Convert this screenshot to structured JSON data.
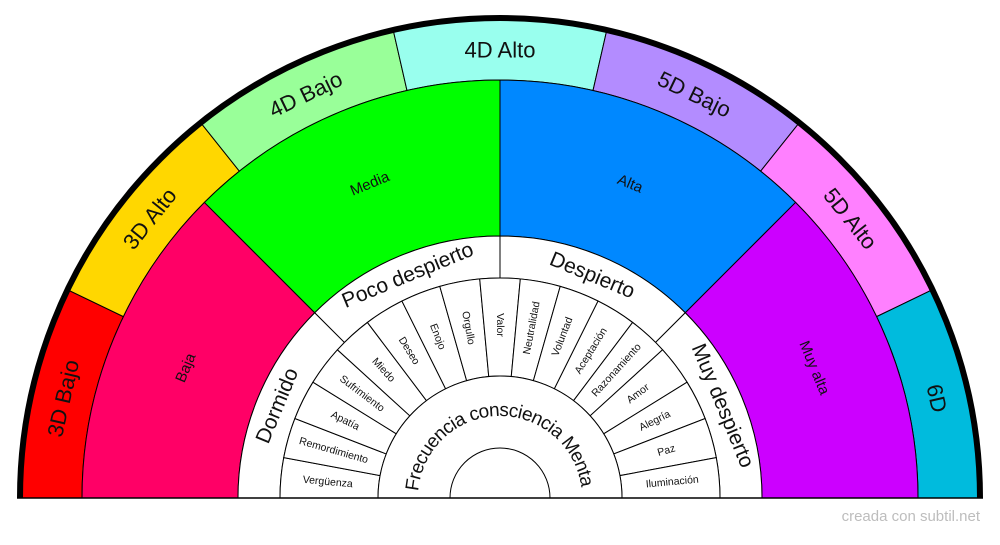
{
  "outer_ring": [
    {
      "label": "3D Bajo",
      "color": "#ff0000"
    },
    {
      "label": "3D Alto",
      "color": "#ffd700"
    },
    {
      "label": "4D Bajo",
      "color": "#99ff99"
    },
    {
      "label": "4D Alto",
      "color": "#99ffee"
    },
    {
      "label": "5D Bajo",
      "color": "#b38cff"
    },
    {
      "label": "5D Alto",
      "color": "#ff80ff"
    },
    {
      "label": "6D",
      "color": "#00bbdd"
    }
  ],
  "frequency_ring": [
    {
      "label": "Baja",
      "color": "#ff0066"
    },
    {
      "label": "Media",
      "color": "#00ff00"
    },
    {
      "label": "Alta",
      "color": "#0088ff"
    },
    {
      "label": "Muy alta",
      "color": "#cc00ff"
    }
  ],
  "state_ring": [
    "Dormido",
    "Poco despierto",
    "Despierto",
    "Muy despierto"
  ],
  "levels": [
    "Vergüenza",
    "Remordimiento",
    "Apatía",
    "Sufrimiento",
    "Miedo",
    "Deseo",
    "Enojo",
    "Orgullo",
    "Valor",
    "Neutralidad",
    "Voluntad",
    "Aceptación",
    "Razonamiento",
    "Amor",
    "Alegría",
    "Paz",
    "Iluminación"
  ],
  "center_title": "Frecuencia consciencia Mental",
  "credit": "creada con subtil.net"
}
